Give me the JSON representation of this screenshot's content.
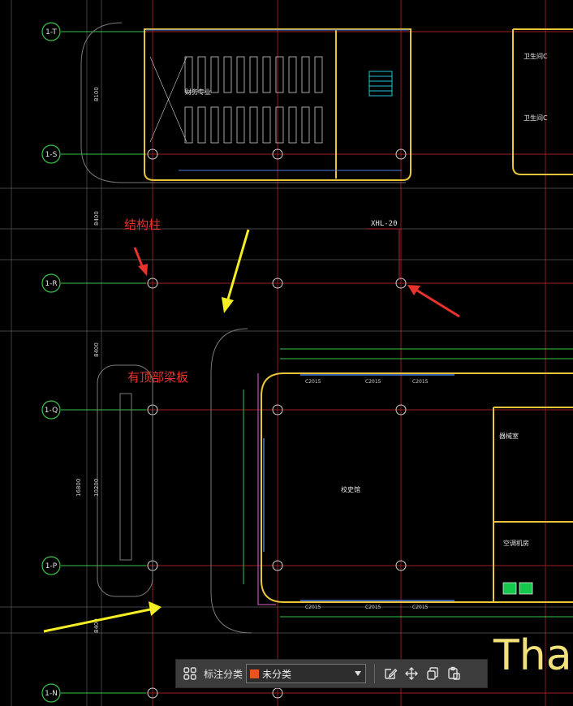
{
  "grid_labels": [
    "1-T",
    "1-S",
    "1-R",
    "1-Q",
    "1-P",
    "1-N"
  ],
  "dimension_labels": [
    "8100",
    "8400",
    "8400",
    "10200",
    "16800",
    "8400"
  ],
  "annotations": {
    "structural_column": "结构柱",
    "roof_beam_slab": "有顶部梁板",
    "beam_tag": "XHL-20"
  },
  "room_labels": {
    "office": "财务专业",
    "school_history": "校史馆",
    "equipment_room": "空调机房",
    "storage": "器械室",
    "restroom_1": "卫生间C",
    "restroom_2": "卫生间C"
  },
  "window_tags": [
    "C2015",
    "C2015",
    "C2015",
    "C2015",
    "C2015",
    "C2015"
  ],
  "overlay_text": "That",
  "toolbar": {
    "grid_icon": "grid-icon",
    "label": "标注分类",
    "select_value": "未分类",
    "select_color": "#e8541e",
    "dropdown_icon": "chevron-down-icon",
    "edit_icon": "edit-icon",
    "move_icon": "move-icon",
    "copy_icon": "copy-icon",
    "paste_icon": "paste-icon"
  },
  "colors": {
    "grid_red": "#c0272d",
    "wall_yellow": "#e8c53a",
    "line_green": "#39c34b",
    "annotation_red": "#e8322c",
    "arrow_yellow": "#f5ee24"
  }
}
